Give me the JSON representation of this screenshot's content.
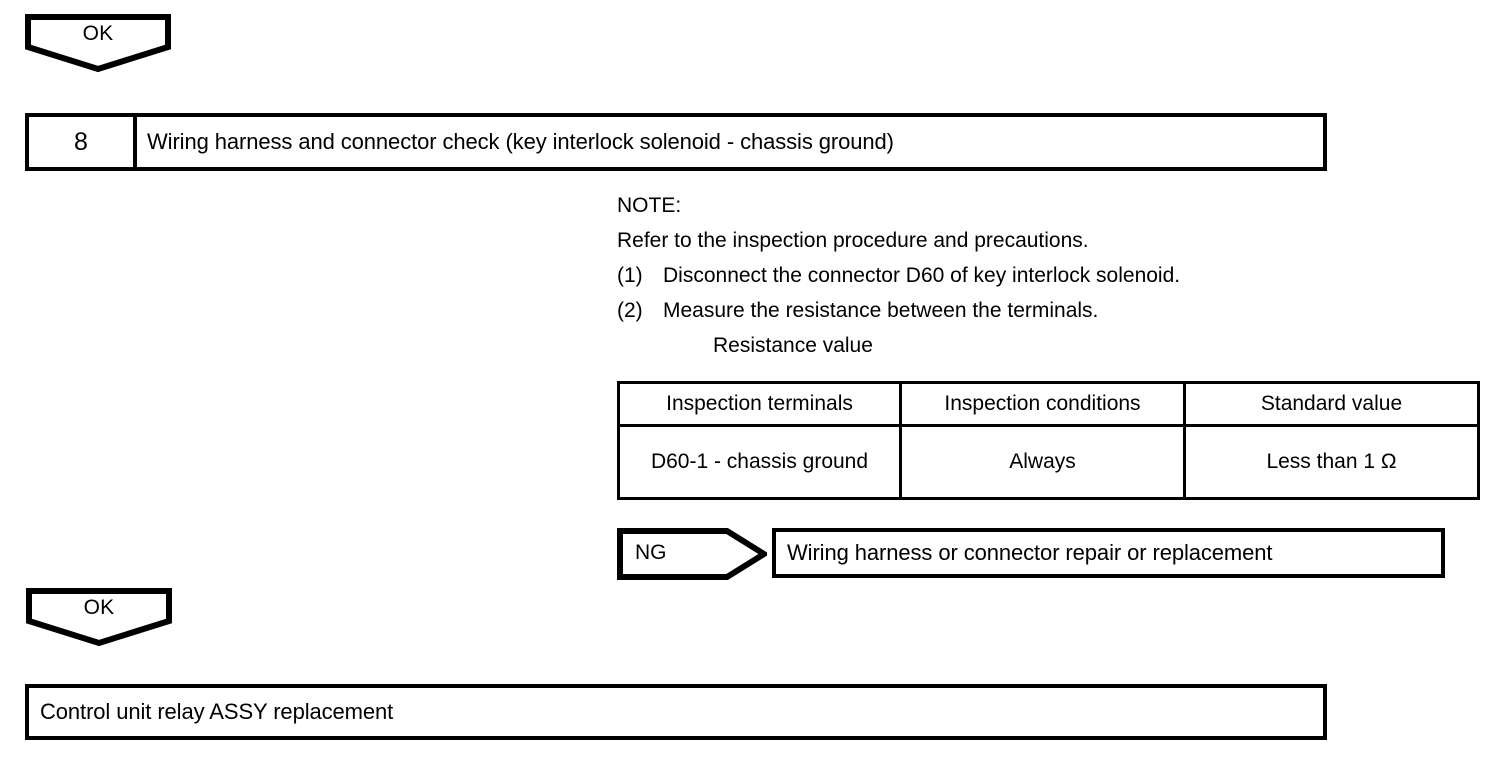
{
  "diagram": {
    "type": "troubleshooting-flowchart",
    "colors": {
      "line": "#000000",
      "background": "#ffffff",
      "text": "#000000"
    },
    "connector_top": {
      "label": "OK",
      "shape": "pentagon-down"
    },
    "step": {
      "number": "8",
      "title": "Wiring harness and connector check (key interlock solenoid - chassis ground)"
    },
    "note": {
      "heading": "NOTE:",
      "intro": "Refer to the inspection procedure and precautions.",
      "steps": [
        {
          "num": "(1)",
          "text": "Disconnect the connector D60 of key interlock solenoid."
        },
        {
          "num": "(2)",
          "text": "Measure the resistance between the terminals."
        }
      ],
      "sub_label": "Resistance value"
    },
    "table": {
      "headers": [
        "Inspection terminals",
        "Inspection conditions",
        "Standard value"
      ],
      "rows": [
        [
          "D60-1 - chassis ground",
          "Always",
          "Less than 1 Ω"
        ]
      ]
    },
    "connector_ng": {
      "label": "NG",
      "shape": "pentagon-right"
    },
    "ng_action": {
      "text": "Wiring harness or connector repair or replacement"
    },
    "connector_bottom": {
      "label": "OK",
      "shape": "pentagon-down"
    },
    "final_action": {
      "text": "Control unit relay ASSY replacement"
    }
  }
}
